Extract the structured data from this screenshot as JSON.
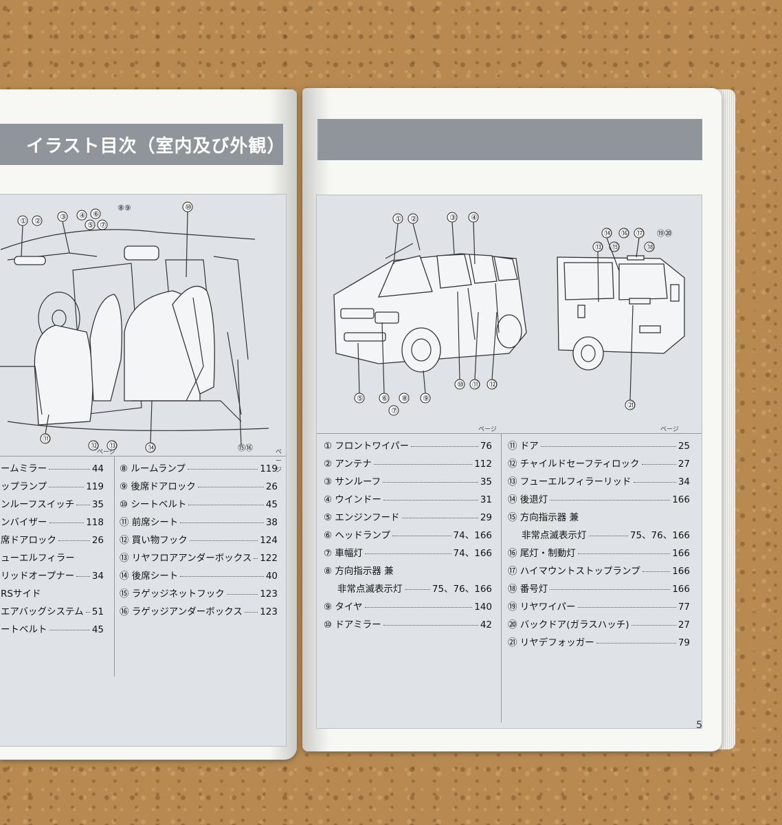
{
  "left": {
    "title": "イラスト目次（室内及び外観）",
    "col_header": "ページ",
    "callouts": [
      "①",
      "②",
      "③",
      "④",
      "⑤",
      "⑥",
      "⑦",
      "⑧⑨",
      "⑩",
      "⑪",
      "⑫",
      "⑬",
      "⑭",
      "⑮⑯"
    ],
    "col1": [
      {
        "label": "ームミラー",
        "page": "44"
      },
      {
        "label": "ップランプ",
        "page": "119"
      },
      {
        "label": "ンルーフスイッチ",
        "page": "35"
      },
      {
        "label": "ンバイザー",
        "page": "118"
      },
      {
        "label": "席ドアロック",
        "page": "26"
      },
      {
        "label": "ューエルフィラー",
        "page": ""
      },
      {
        "label": "リッドオープナー",
        "page": "34"
      },
      {
        "label": "RSサイド",
        "page": ""
      },
      {
        "label": "エアバッグシステム",
        "page": "51"
      },
      {
        "label": "ートベルト",
        "page": "45"
      }
    ],
    "col2": [
      {
        "label": "⑧ ルームランプ",
        "page": "119"
      },
      {
        "label": "⑨ 後席ドアロック",
        "page": "26"
      },
      {
        "label": "⑩ シートベルト",
        "page": "45"
      },
      {
        "label": "⑪ 前席シート",
        "page": "38"
      },
      {
        "label": "⑫ 買い物フック",
        "page": "124"
      },
      {
        "label": "⑬ リヤフロアアンダーボックス",
        "page": "122"
      },
      {
        "label": "⑭ 後席シート",
        "page": "40"
      },
      {
        "label": "⑮ ラゲッジネットフック",
        "page": "123"
      },
      {
        "label": "⑯ ラゲッジアンダーボックス",
        "page": "123"
      }
    ]
  },
  "right": {
    "col_header": "ページ",
    "front_callouts": [
      "①",
      "②",
      "③",
      "④",
      "⑤",
      "⑥",
      "⑦",
      "⑧",
      "⑨",
      "⑩",
      "⑪",
      "⑫"
    ],
    "rear_callouts": [
      "⑬",
      "⑭",
      "⑮",
      "⑯",
      "⑰",
      "⑱",
      "⑲⑳",
      "㉑"
    ],
    "col1": [
      {
        "label": "① フロントワイパー",
        "page": "76"
      },
      {
        "label": "② アンテナ",
        "page": "112"
      },
      {
        "label": "③ サンルーフ",
        "page": "35"
      },
      {
        "label": "④ ウインドー",
        "page": "31"
      },
      {
        "label": "⑤ エンジンフード",
        "page": "29"
      },
      {
        "label": "⑥ ヘッドランプ",
        "page": "74、166"
      },
      {
        "label": "⑦ 車幅灯",
        "page": "74、166"
      },
      {
        "label": "⑧ 方向指示器 兼",
        "page": ""
      },
      {
        "label": "非常点滅表示灯",
        "page": "75、76、166",
        "cont": true
      },
      {
        "label": "⑨ タイヤ",
        "page": "140"
      },
      {
        "label": "⑩ ドアミラー",
        "page": "42"
      }
    ],
    "col2": [
      {
        "label": "⑪ ドア",
        "page": "25"
      },
      {
        "label": "⑫ チャイルドセーフティロック",
        "page": "27"
      },
      {
        "label": "⑬ フューエルフィラーリッド",
        "page": "34"
      },
      {
        "label": "⑭ 後退灯",
        "page": "166"
      },
      {
        "label": "⑮ 方向指示器 兼",
        "page": ""
      },
      {
        "label": "非常点滅表示灯",
        "page": "75、76、166",
        "cont": true
      },
      {
        "label": "⑯ 尾灯・制動灯",
        "page": "166"
      },
      {
        "label": "⑰ ハイマウントストップランプ",
        "page": "166"
      },
      {
        "label": "⑱ 番号灯",
        "page": "166"
      },
      {
        "label": "⑲ リヤワイパー",
        "page": "77"
      },
      {
        "label": "⑳ バックドア(ガラスハッチ)",
        "page": "27"
      },
      {
        "label": "㉑ リヤデフォッガー",
        "page": "79"
      }
    ],
    "page_number": "5"
  }
}
